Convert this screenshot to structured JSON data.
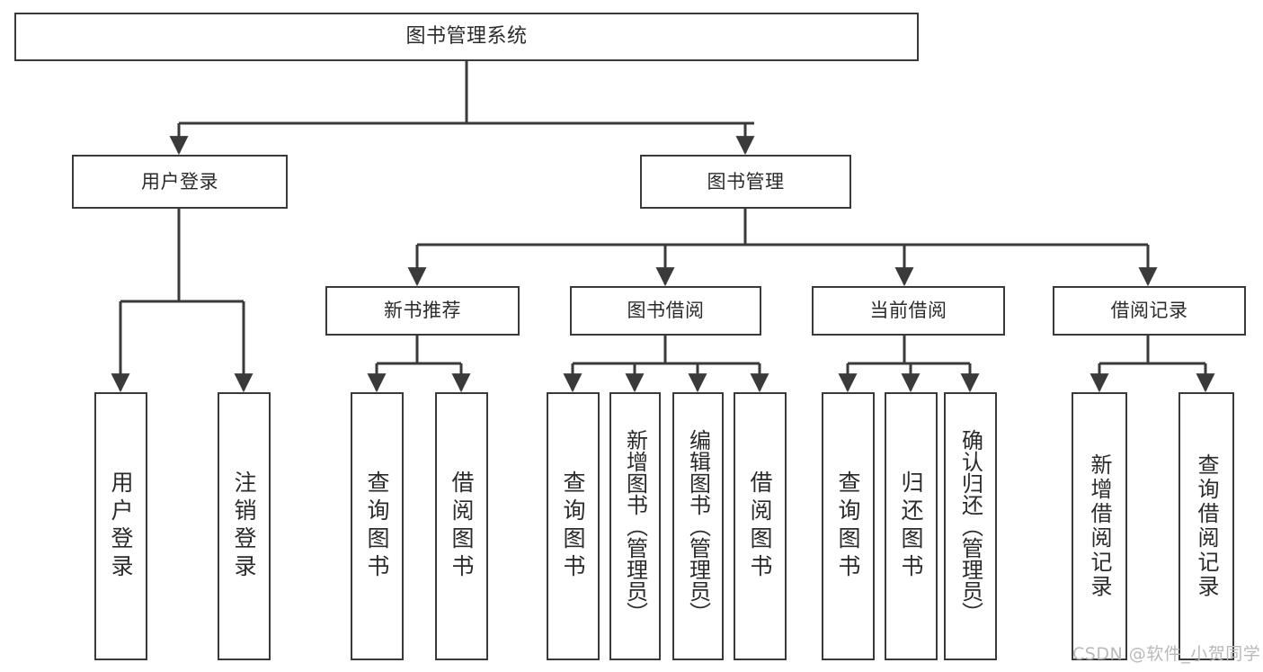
{
  "diagram": {
    "title": "图书管理系统",
    "type": "tree-hierarchy-chart",
    "root": {
      "label": "图书管理系统"
    },
    "level2": [
      {
        "label": "用户登录"
      },
      {
        "label": "图书管理"
      }
    ],
    "level3": [
      {
        "label": "新书推荐"
      },
      {
        "label": "图书借阅"
      },
      {
        "label": "当前借阅"
      },
      {
        "label": "借阅记录"
      }
    ],
    "leaves": {
      "user_login": [
        {
          "label": "用户登录"
        },
        {
          "label": "注销登录"
        }
      ],
      "new_book_recommend": [
        {
          "label": "查询图书"
        },
        {
          "label": "借阅图书"
        }
      ],
      "book_borrow": [
        {
          "label": "查询图书"
        },
        {
          "label": "新增图书（管理员）"
        },
        {
          "label": "编辑图书（管理员）"
        },
        {
          "label": "借阅图书"
        }
      ],
      "current_borrow": [
        {
          "label": "查询图书"
        },
        {
          "label": "归还图书"
        },
        {
          "label": "确认归还（管理员）"
        }
      ],
      "borrow_record": [
        {
          "label": "新增借阅记录"
        },
        {
          "label": "查询借阅记录"
        }
      ]
    }
  },
  "watermark": {
    "text": "CSDN @软件_小贺同学"
  },
  "colors": {
    "stroke": "#3a3a3a",
    "background": "#ffffff",
    "text": "#2b2b2b",
    "watermark": "#b9b9b9"
  }
}
